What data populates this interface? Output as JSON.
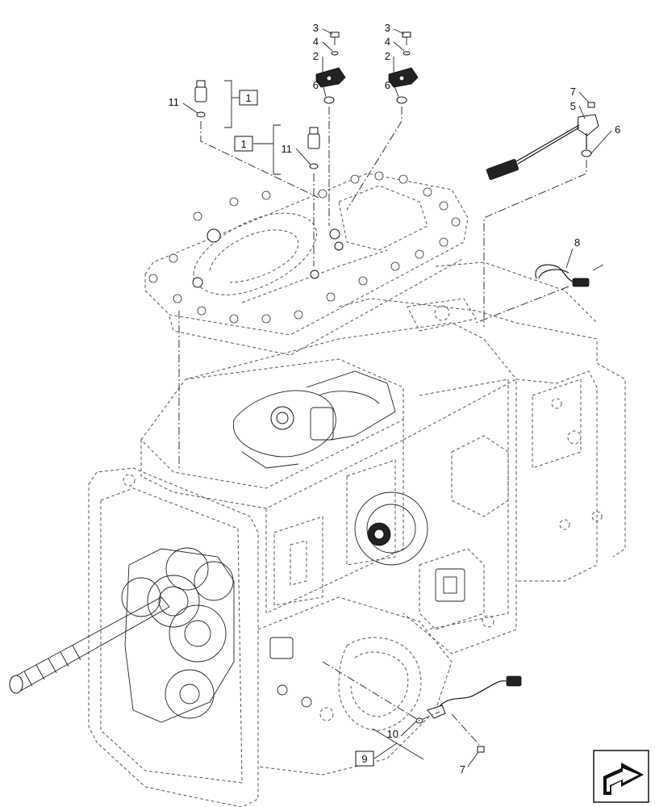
{
  "callouts": [
    {
      "id": "c3a",
      "text": "3"
    },
    {
      "id": "c4a",
      "text": "4"
    },
    {
      "id": "c2a",
      "text": "2"
    },
    {
      "id": "c6a",
      "text": "6"
    },
    {
      "id": "c3b",
      "text": "3"
    },
    {
      "id": "c4b",
      "text": "4"
    },
    {
      "id": "c2b",
      "text": "2"
    },
    {
      "id": "c6b",
      "text": "6"
    },
    {
      "id": "c11a",
      "text": "11"
    },
    {
      "id": "c11b",
      "text": "11"
    },
    {
      "id": "c7a",
      "text": "7"
    },
    {
      "id": "c5",
      "text": "5"
    },
    {
      "id": "c6c",
      "text": "6"
    },
    {
      "id": "c8",
      "text": "8"
    },
    {
      "id": "c10",
      "text": "10"
    },
    {
      "id": "c7b",
      "text": "7"
    }
  ],
  "boxed_callouts": [
    {
      "id": "b1a",
      "text": "1"
    },
    {
      "id": "b1b",
      "text": "1"
    },
    {
      "id": "b9",
      "text": "9"
    }
  ],
  "icons": {
    "corner_navigation": "arrow-navigation-icon"
  }
}
